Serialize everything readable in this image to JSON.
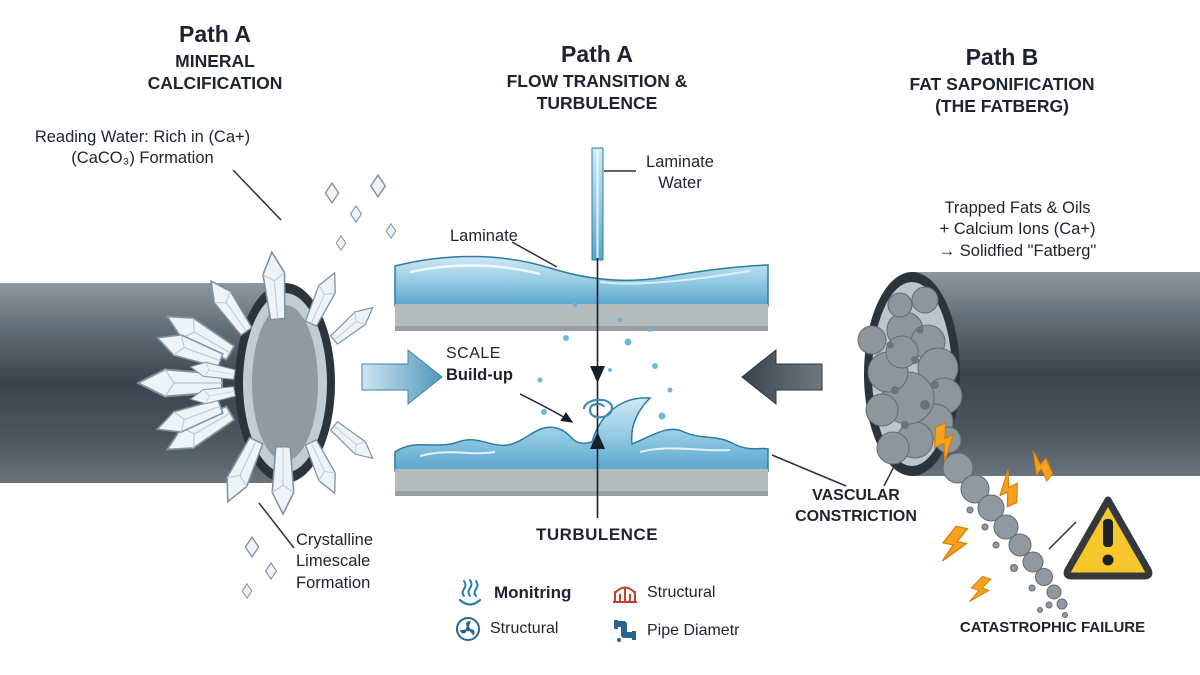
{
  "left": {
    "title": "Path A",
    "subtitle": "MINERAL CALCIFICATION",
    "reading_line1": "Reading Water: Rich in (Ca+)",
    "reading_line2": "(CaCO₃) Formation",
    "crystalline": "Crystalline Limescale Formation"
  },
  "middle": {
    "title": "Path A",
    "subtitle": "FLOW TRANSITION & TURBULENCE",
    "laminate_water": "Laminate Water",
    "laminate": "Laminate",
    "scale_line1": "SCALE",
    "scale_line2": "Build-up",
    "turbulence": "TURBULENCE",
    "vascular": "VASCULAR CONSTRICTION"
  },
  "right": {
    "title": "Path B",
    "subtitle": "FAT SAPONIFICATION (THE FATBERG)",
    "fats_line1": "Trapped Fats & Oils",
    "fats_line2": "+ Calcium Ions (Ca+)",
    "fats_line3": "→ Solidfied \"Fatberg\"",
    "failure": "CATASTROPHIC FAILURE"
  },
  "legend": {
    "items": [
      {
        "icon": "steam-icon",
        "label": "Monitring"
      },
      {
        "icon": "structure-icon",
        "label": "Structural"
      },
      {
        "icon": "turbine-icon",
        "label": "Structural"
      },
      {
        "icon": "pipe-elbow-icon",
        "label": "Pipe Diametr"
      }
    ]
  },
  "colors": {
    "water_blue": "#58a5cb",
    "pipe_dark": "#3a444e",
    "bolt_orange": "#f7a21c",
    "warning_yellow": "#f6c62d",
    "legend_red": "#c2402e",
    "legend_blue": "#27658f"
  }
}
